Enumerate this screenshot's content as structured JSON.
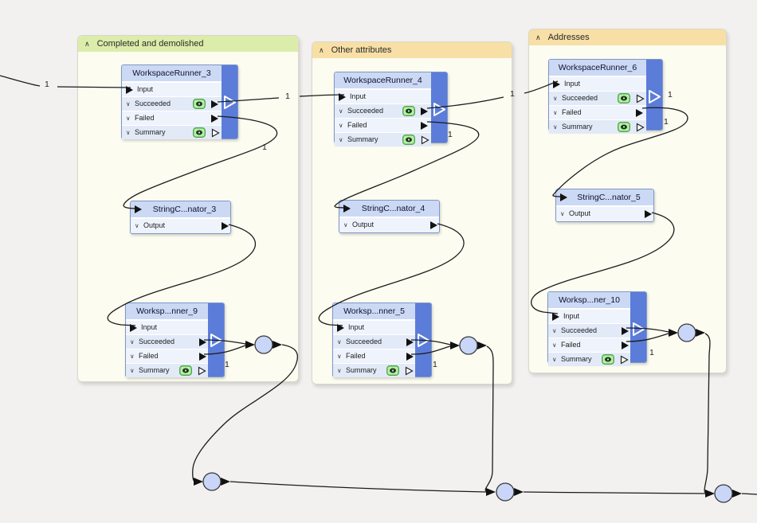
{
  "app": {
    "view": "workflow-canvas"
  },
  "colors": {
    "canvas": "#f2f1f0",
    "group_body": "#fcfcf1",
    "group_header_green": "#dcecaa",
    "group_header_tan": "#f7dfa6",
    "node_title": "#cbd9f4",
    "node_sidebar": "#5b7cd9",
    "junction_fill": "#c9d6f7",
    "eye_badge": "#b9eea8",
    "wire": "#1b1b1b"
  },
  "icons": {
    "collapse_glyph": "∧",
    "chevron_glyph": "∨"
  },
  "groups": [
    {
      "title": "Completed and demolished"
    },
    {
      "title": "Other attributes"
    },
    {
      "title": "Addresses"
    }
  ],
  "nodes": {
    "wr3": {
      "title": "WorkspaceRunner_3",
      "ports": {
        "input": "Input",
        "succeeded": "Succeeded",
        "failed": "Failed",
        "summary": "Summary"
      }
    },
    "sc3": {
      "title": "StringC...nator_3",
      "ports": {
        "output": "Output"
      }
    },
    "wr9": {
      "title": "Worksp...nner_9",
      "ports": {
        "input": "Input",
        "succeeded": "Succeeded",
        "failed": "Failed",
        "summary": "Summary"
      }
    },
    "wr4": {
      "title": "WorkspaceRunner_4",
      "ports": {
        "input": "Input",
        "succeeded": "Succeeded",
        "failed": "Failed",
        "summary": "Summary"
      }
    },
    "sc4": {
      "title": "StringC...nator_4",
      "ports": {
        "output": "Output"
      }
    },
    "wr5": {
      "title": "Worksp...nner_5",
      "ports": {
        "input": "Input",
        "succeeded": "Succeeded",
        "failed": "Failed",
        "summary": "Summary"
      }
    },
    "wr6": {
      "title": "WorkspaceRunner_6",
      "ports": {
        "input": "Input",
        "succeeded": "Succeeded",
        "failed": "Failed",
        "summary": "Summary"
      }
    },
    "sc5": {
      "title": "StringC...nator_5",
      "ports": {
        "output": "Output"
      }
    },
    "wr10": {
      "title": "Worksp...ner_10",
      "ports": {
        "input": "Input",
        "succeeded": "Succeeded",
        "failed": "Failed",
        "summary": "Summary"
      }
    }
  },
  "counts": [
    "1",
    "1",
    "1",
    "1",
    "1",
    "1",
    "1",
    "1",
    "1",
    "1"
  ]
}
